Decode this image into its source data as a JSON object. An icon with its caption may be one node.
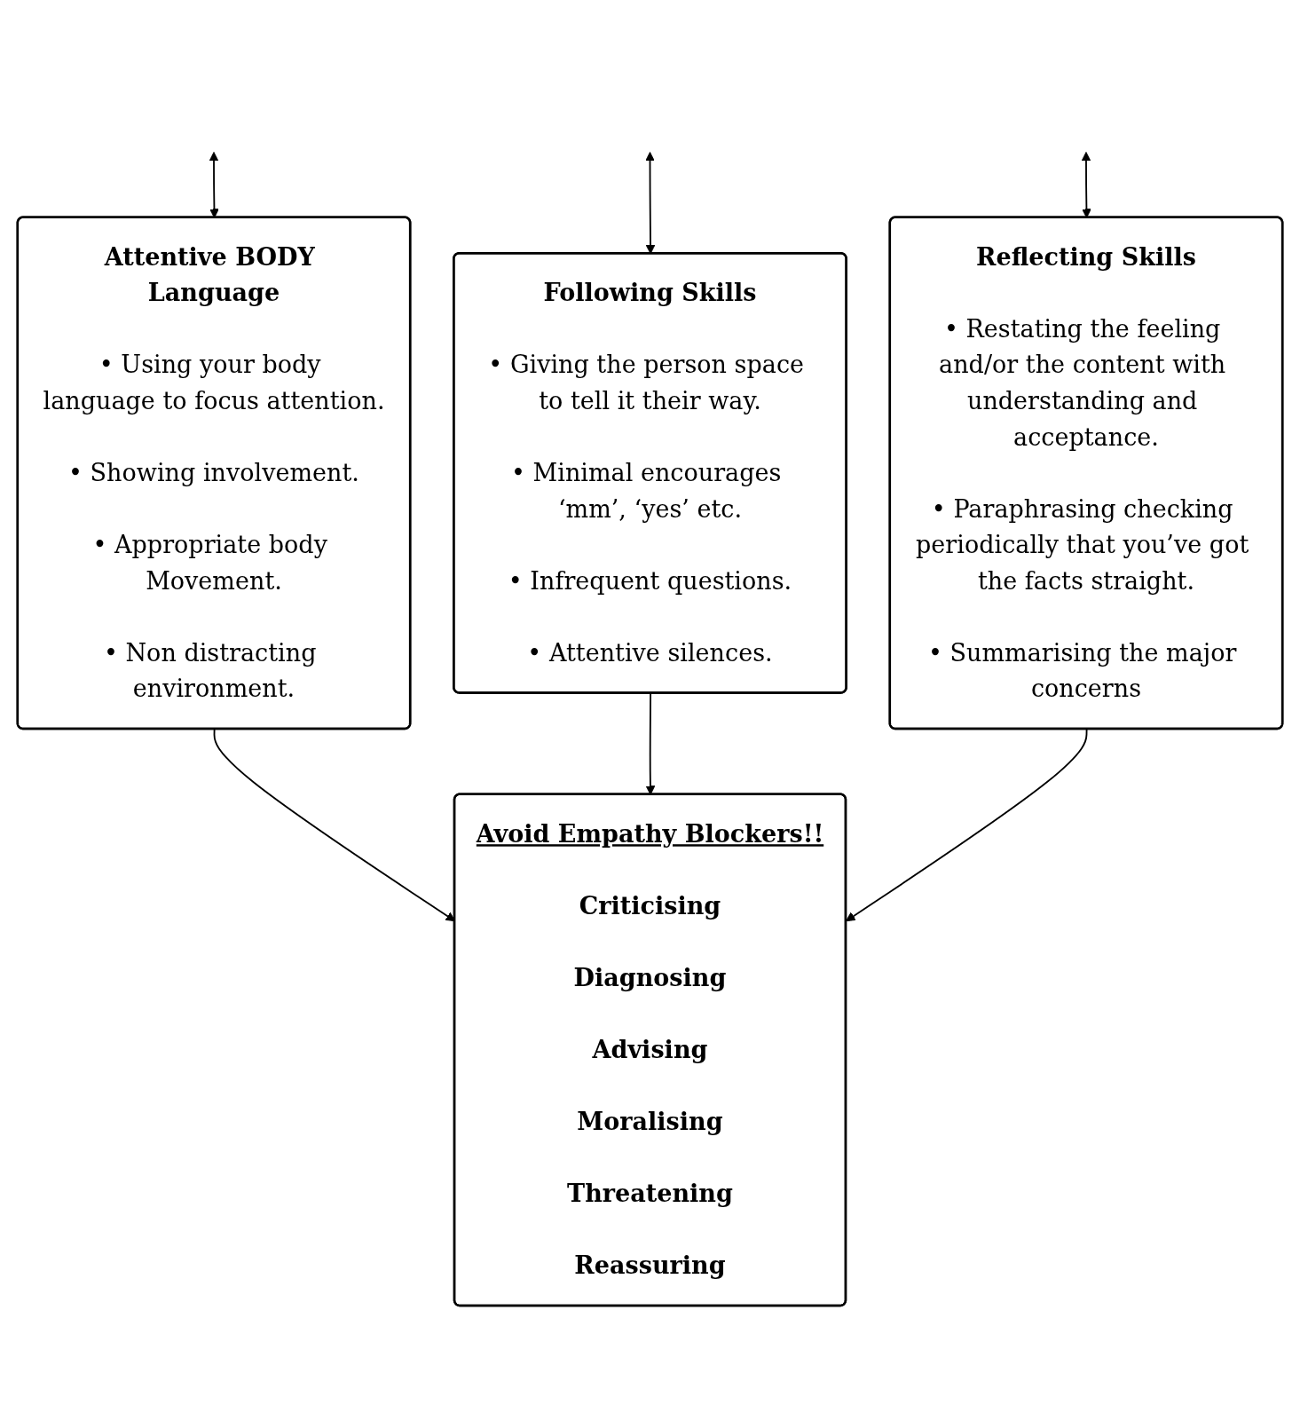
{
  "diagram": {
    "nodes": [
      {
        "text": [
          "Attentive BODY Language",
          "• Using your body language to focus attention.",
          "• Showing involvement.",
          "• Appropriate body Movement.",
          "• Non distracting environment."
        ]
      },
      {
        "text": [
          "Following Skills",
          "• Giving the person space to tell it their way.",
          "• Minimal encourages ‘mm’, ‘yes’ etc.",
          "• Infrequent questions.",
          "• Attentive silences."
        ]
      },
      {
        "text": [
          "Reflecting Skills",
          "• Restating the feeling and/or the content with understanding and acceptance.",
          "• Paraphrasing checking periodically that you’ve got the facts straight.",
          "• Summarising the major concerns"
        ]
      },
      {
        "text": [
          "Avoid Empathy Blockers!!",
          "Criticising",
          "Diagnosing",
          "Advising",
          "Moralising",
          "Threatening",
          "Reassuring"
        ]
      }
    ],
    "edges": [
      {
        "from": null,
        "to": 0,
        "arrow": "both"
      },
      {
        "from": null,
        "to": 1,
        "arrow": "both"
      },
      {
        "from": null,
        "to": 2,
        "arrow": "both"
      },
      {
        "from": 0,
        "to": 3,
        "arrow": "to"
      },
      {
        "from": 1,
        "to": 3,
        "arrow": "to"
      },
      {
        "from": 2,
        "to": 3,
        "arrow": "to"
      }
    ]
  }
}
